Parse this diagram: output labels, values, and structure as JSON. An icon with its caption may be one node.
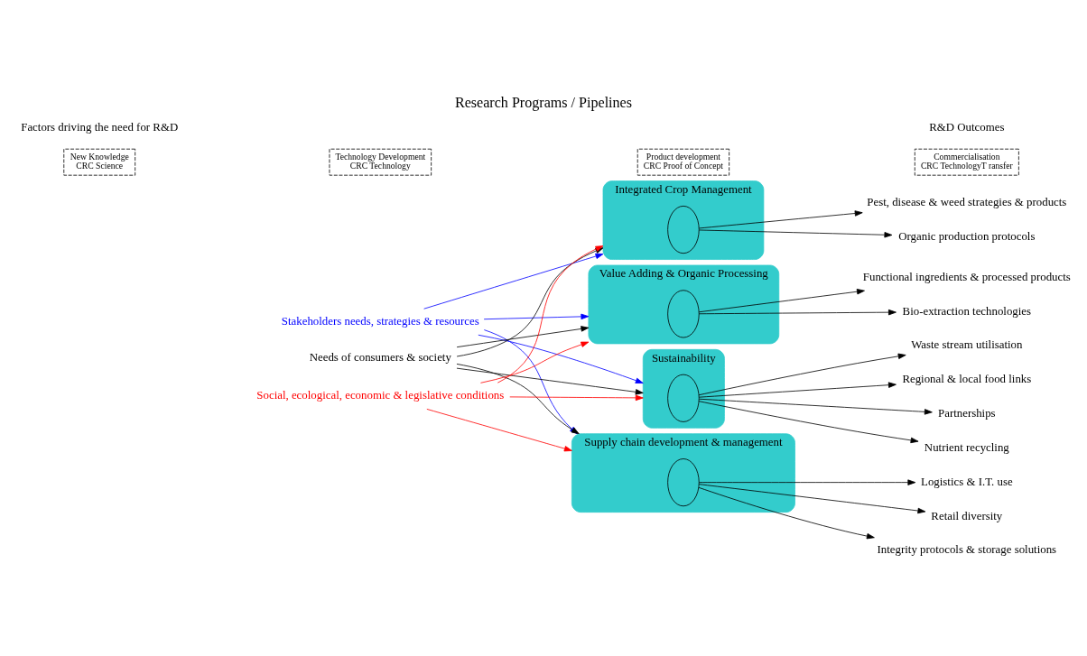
{
  "diagram": {
    "title": "Research Programs / Pipelines",
    "nodes": [
      {
        "text": [
          "Stakeholders needs, strategies & resources"
        ]
      },
      {
        "text": [
          "Needs of consumers & society"
        ]
      },
      {
        "text": [
          "Social, ecological, economic & legislative conditions"
        ]
      },
      {
        "text": [
          "Integrated Crop Management"
        ]
      },
      {
        "text": [
          "Value Adding & Organic Processing"
        ]
      },
      {
        "text": [
          "Sustainability"
        ]
      },
      {
        "text": [
          "Supply chain development & management"
        ]
      },
      {
        "text": [],
        "shape": "ellipse",
        "in": 3
      },
      {
        "text": [],
        "shape": "ellipse",
        "in": 4
      },
      {
        "text": [],
        "shape": "ellipse",
        "in": 5
      },
      {
        "text": [],
        "shape": "ellipse",
        "in": 6
      },
      {
        "text": [
          "Organic production protocols"
        ]
      },
      {
        "text": [
          "Pest, disease & weed strategies & products"
        ]
      },
      {
        "text": [
          "Bio-extraction technologies"
        ]
      },
      {
        "text": [
          "Functional ingredients & processed products"
        ]
      },
      {
        "text": [
          "Nutrient recycling"
        ]
      },
      {
        "text": [
          "Waste stream utilisation"
        ]
      },
      {
        "text": [
          "Regional & local food links"
        ]
      },
      {
        "text": [
          "Partnerships"
        ]
      },
      {
        "text": [
          "Integrity protocols & storage solutions"
        ]
      },
      {
        "text": [
          "Logistics & I.T. use"
        ]
      },
      {
        "text": [
          "Retail diversity"
        ]
      },
      {
        "text": [
          "New Knowledge",
          "CRC Science"
        ]
      },
      {
        "text": [
          "Technology Development",
          "CRC Technology"
        ]
      },
      {
        "text": [
          "Product development",
          "CRC Proof of Concept"
        ]
      },
      {
        "text": [
          "Commercialisation",
          "CRC TechnologyT ransfer"
        ]
      }
    ],
    "edges": [
      {
        "from": 0,
        "to": 3,
        "arrow": "to",
        "color": "#0000ff"
      },
      {
        "from": 0,
        "to": 4,
        "arrow": "to",
        "color": "#0000ff"
      },
      {
        "from": 0,
        "to": 5,
        "arrow": "to",
        "color": "#0000ff"
      },
      {
        "from": 0,
        "to": 6,
        "arrow": "to",
        "color": "#0000ff"
      },
      {
        "from": 1,
        "to": 3,
        "arrow": "to"
      },
      {
        "from": 1,
        "to": 4,
        "arrow": "to"
      },
      {
        "from": 1,
        "to": 5,
        "arrow": "to"
      },
      {
        "from": 1,
        "to": 6,
        "arrow": "to"
      },
      {
        "from": 2,
        "to": 3,
        "arrow": "to",
        "color": "#ff0000"
      },
      {
        "from": 2,
        "to": 4,
        "arrow": "to",
        "color": "#ff0000"
      },
      {
        "from": 2,
        "to": 5,
        "arrow": "to",
        "color": "#ff0000"
      },
      {
        "from": 2,
        "to": 6,
        "arrow": "to",
        "color": "#ff0000"
      },
      {
        "from": 7,
        "to": 11,
        "arrow": "to"
      },
      {
        "from": 7,
        "to": 12,
        "arrow": "to"
      },
      {
        "from": 8,
        "to": 13,
        "arrow": "to"
      },
      {
        "from": 8,
        "to": 14,
        "arrow": "to"
      },
      {
        "from": 9,
        "to": 15,
        "arrow": "to"
      },
      {
        "from": 9,
        "to": 16,
        "arrow": "to"
      },
      {
        "from": 9,
        "to": 17,
        "arrow": "to"
      },
      {
        "from": 9,
        "to": 18,
        "arrow": "to"
      },
      {
        "from": 10,
        "to": 19,
        "arrow": "to"
      },
      {
        "from": 10,
        "to": 20,
        "arrow": "to"
      },
      {
        "from": 10,
        "to": 21,
        "arrow": "to"
      }
    ],
    "labels": [
      "Factors driving the need for R&D",
      "R&D Outcomes"
    ]
  }
}
